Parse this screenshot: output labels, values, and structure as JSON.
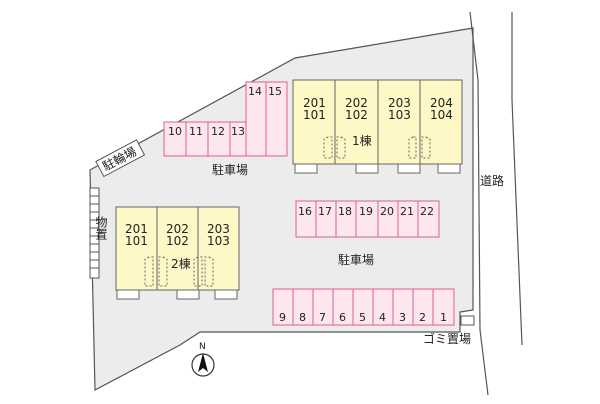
{
  "labels": {
    "building1": "1棟",
    "building2": "2棟",
    "road": "道路",
    "bicycle_parking": "駐輪場",
    "storage": "物置",
    "parking_upper": "駐車場",
    "parking_center": "駐車場",
    "garbage": "ゴミ置場",
    "north": "N"
  },
  "building1": {
    "units": [
      {
        "upper": "201",
        "lower": "101"
      },
      {
        "upper": "202",
        "lower": "102"
      },
      {
        "upper": "203",
        "lower": "103"
      },
      {
        "upper": "204",
        "lower": "104"
      }
    ]
  },
  "building2": {
    "units": [
      {
        "upper": "201",
        "lower": "101"
      },
      {
        "upper": "202",
        "lower": "102"
      },
      {
        "upper": "203",
        "lower": "103"
      }
    ]
  },
  "parking": {
    "row_top_left": [
      "10",
      "11",
      "12",
      "13"
    ],
    "row_top_tall": [
      "14",
      "15"
    ],
    "row_middle": [
      "16",
      "17",
      "18",
      "19",
      "20",
      "21",
      "22"
    ],
    "row_bottom": [
      "9",
      "8",
      "7",
      "6",
      "5",
      "4",
      "3",
      "2",
      "1"
    ]
  },
  "colors": {
    "building_fill": "#fdf8c6",
    "parking_stroke": "#e06080",
    "parking_fill": "#fde6ee",
    "lot_fill": "#ececec",
    "outline": "#555555"
  }
}
